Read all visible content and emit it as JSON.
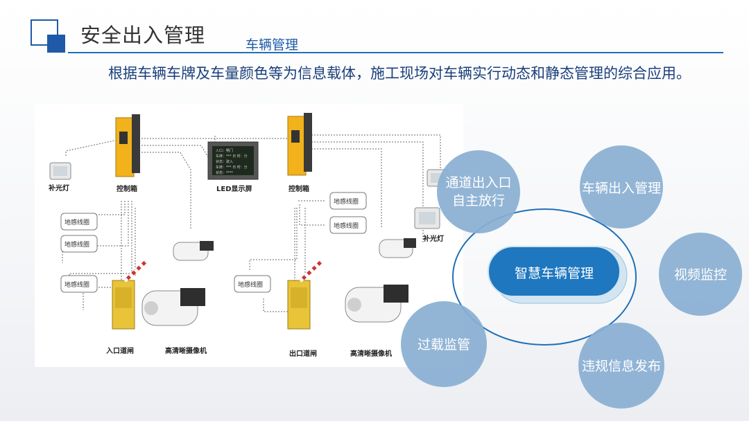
{
  "header": {
    "title": "安全出入管理",
    "subtitle": "车辆管理"
  },
  "intro": "根据车辆车牌及车量颜色等为信息载体，施工现场对车辆实行动态和静态管理的综合应用。",
  "diagram": {
    "left": {
      "fill_light": "补光灯",
      "control_box": "控制箱",
      "loops": [
        "地感线圈",
        "地感线圈",
        "地感线圈"
      ],
      "gate": "入口道闸",
      "camera": "高清晰摄像机"
    },
    "center": {
      "led_label": "LED显示屏",
      "led_lines": [
        "入口：畅门",
        "车牌：*** 日 时：分",
        "状态：驶入",
        "车牌：*** 日 时：分",
        "状态：****"
      ]
    },
    "right": {
      "fill_light": "补光灯",
      "control_box": "控制箱",
      "loops": [
        "地感线圈",
        "地感线圈",
        "地感线圈"
      ],
      "gate": "出口道闸",
      "camera": "高清晰摄像机"
    }
  },
  "bubbles": {
    "center": "智慧车辆管理",
    "items": {
      "gate_line1": "通道出入口",
      "gate_line2": "自主放行",
      "access": "车辆出入管理",
      "video": "视频监控",
      "overload": "过载监管",
      "violation": "违规信息发布"
    }
  },
  "colors": {
    "accent_blue": "#1e5aa8",
    "bubble_fill": "#89afd2",
    "bubble_stroke": "#1e6fb8"
  }
}
